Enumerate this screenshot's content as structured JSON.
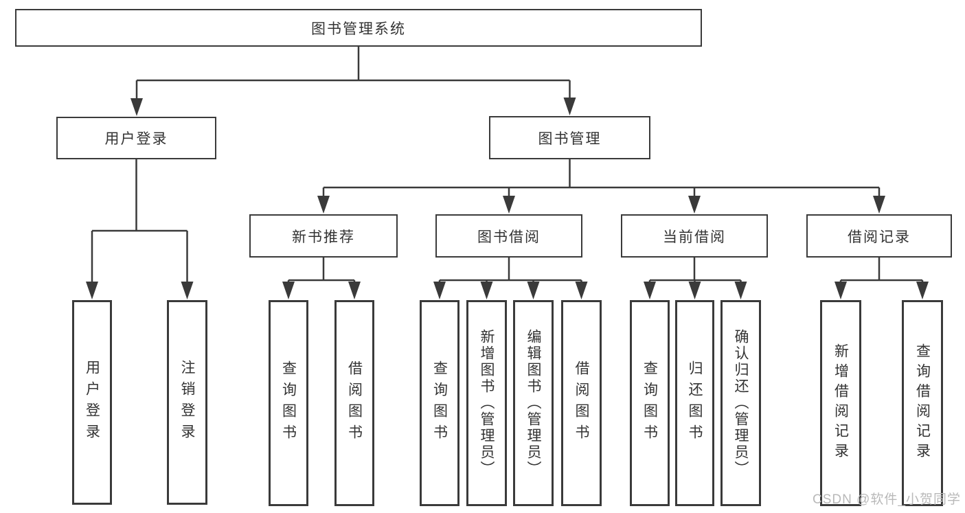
{
  "diagram": {
    "root": "图书管理系统",
    "branches": {
      "user_login": {
        "label": "用户登录",
        "children": [
          "用户登录",
          "注销登录"
        ]
      },
      "book_mgmt": {
        "label": "图书管理",
        "groups": {
          "new_book_rec": {
            "label": "新书推荐",
            "children": [
              "查询图书",
              "借阅图书"
            ]
          },
          "book_borrow": {
            "label": "图书借阅",
            "children": [
              "查询图书",
              "新增图书（管理员）",
              "编辑图书（管理员）",
              "借阅图书"
            ]
          },
          "current_borrow": {
            "label": "当前借阅",
            "children": [
              "查询图书",
              "归还图书",
              "确认归还（管理员）"
            ]
          },
          "borrow_record": {
            "label": "借阅记录",
            "children": [
              "新增借阅记录",
              "查询借阅记录"
            ]
          }
        }
      }
    },
    "line_color": "#3a3a3a"
  },
  "watermark": {
    "text": "CSDN @软件_小贺同学"
  }
}
